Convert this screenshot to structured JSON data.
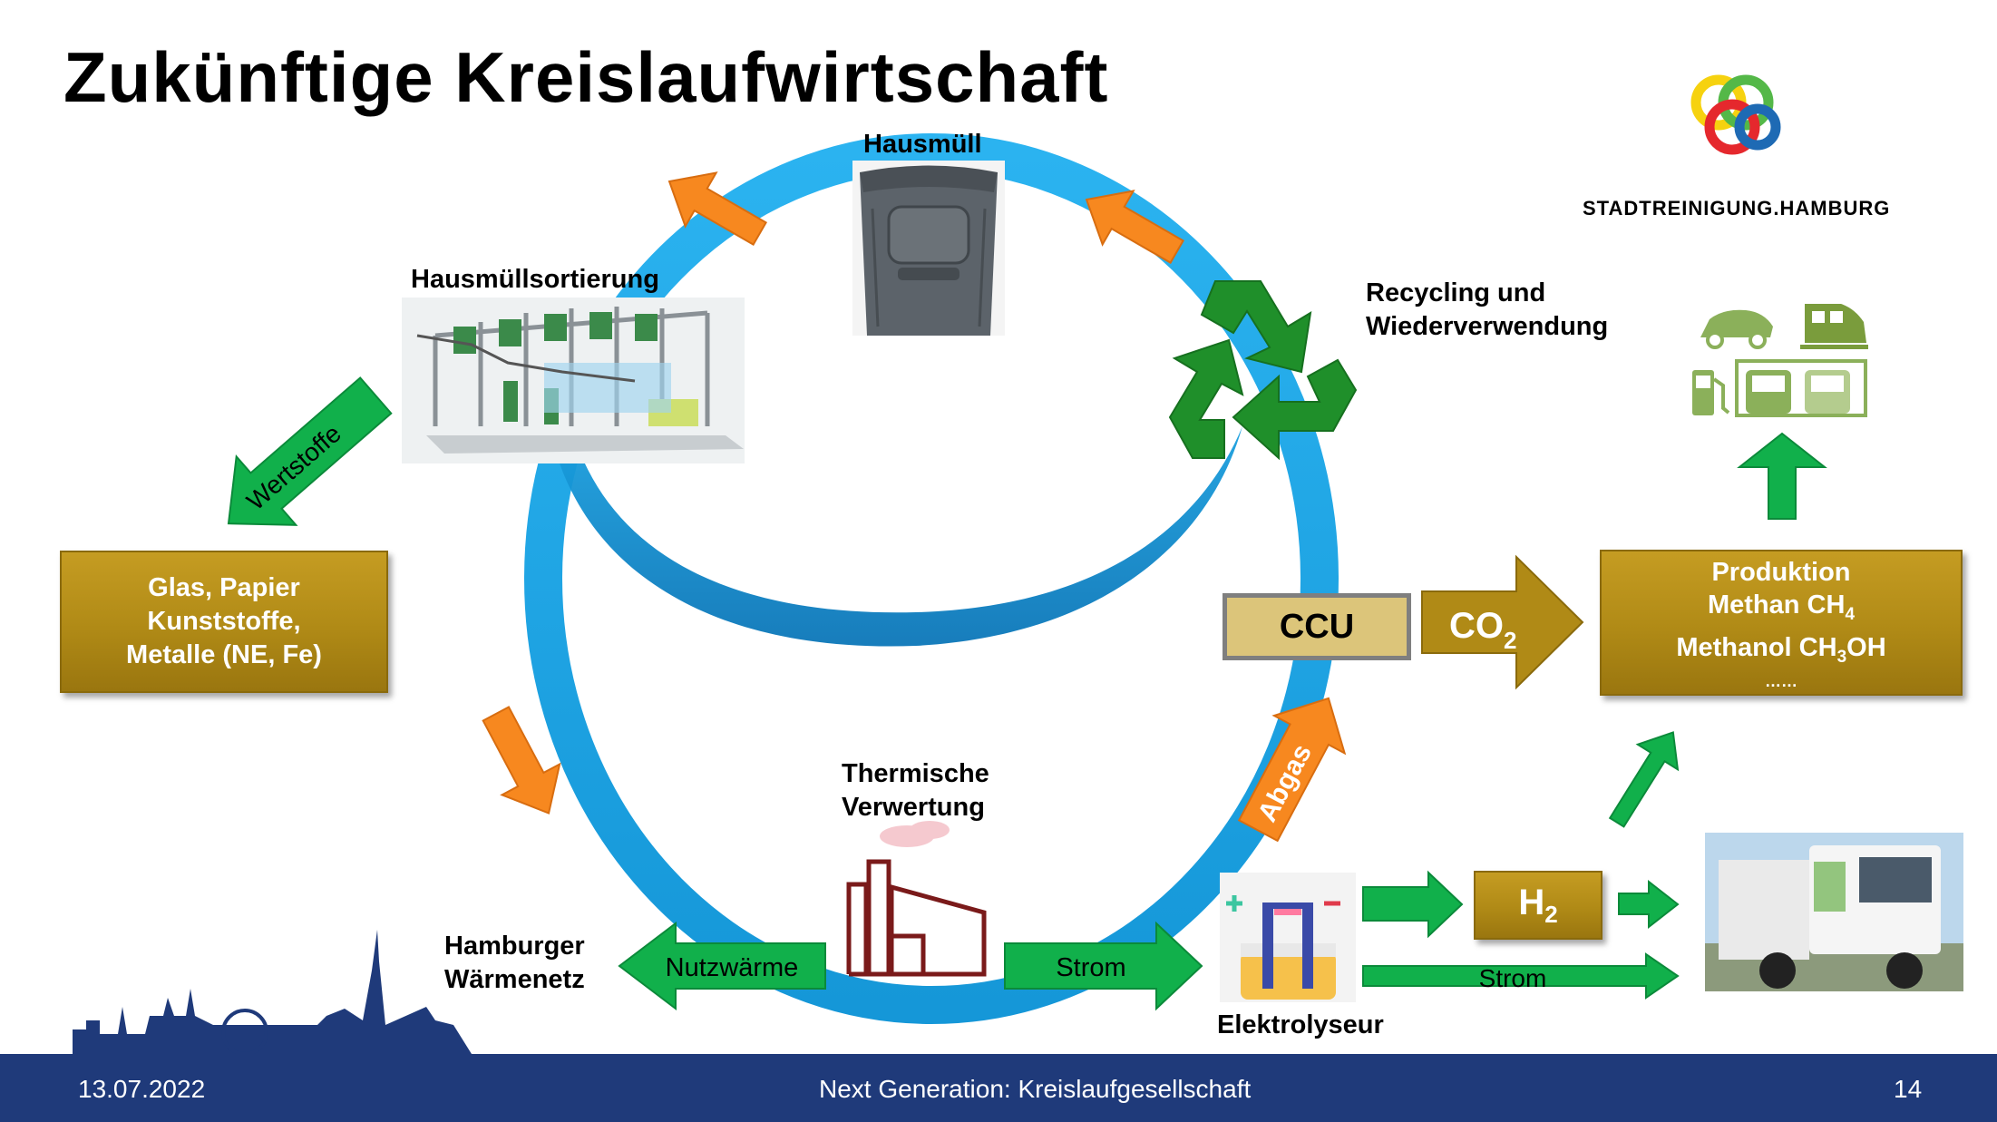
{
  "slide": {
    "title": "Zukünftige Kreislaufwirtschaft",
    "brand": "STADTREINIGUNG.HAMBURG"
  },
  "labels": {
    "hausmuell": "Hausmüll",
    "sortierung": "Hausmüllsortierung",
    "recycling_1": "Recycling und",
    "recycling_2": "Wiederverwendung",
    "wertstoffe": "Wertstoffe",
    "thermische_1": "Thermische",
    "thermische_2": "Verwertung",
    "hamburger_1": "Hamburger",
    "hamburger_2": "Wärmenetz",
    "nutzwaerme": "Nutzwärme",
    "strom_1": "Strom",
    "strom_2": "Strom",
    "abgas": "Abgas",
    "elektrolyseur": "Elektrolyseur",
    "ccu": "CCU",
    "co2_main": "CO",
    "co2_sub": "2",
    "h2_main": "H",
    "h2_sub": "2"
  },
  "boxes": {
    "materials": [
      "Glas, Papier",
      "Kunststoffe,",
      "Metalle (NE, Fe)"
    ],
    "production": {
      "title": "Produktion",
      "line1_main": "Methan CH",
      "line1_sub": "4",
      "line2_a": "Methanol CH",
      "line2_sub": "3",
      "line2_b": "OH",
      "line3": "……"
    }
  },
  "footer": {
    "date": "13.07.2022",
    "center": "Next Generation: Kreislaufgesellschaft",
    "page": "14"
  },
  "colors": {
    "cycle_blue": "#1ea7e8",
    "arrow_orange": "#f7881f",
    "arrow_green": "#11b04b",
    "recycle_green": "#1f8f2a",
    "gold_box": "#b08a16",
    "footer_navy": "#1f3a7a"
  },
  "icons": [
    "waste-bin-icon",
    "sorting-plant-icon",
    "recycle-icon",
    "factory-icon",
    "electrolyzer-icon",
    "car-icon",
    "train-icon",
    "fuel-pump-icon",
    "bus-icon",
    "truck-photo",
    "skyline-icon",
    "stadtreinigung-logo"
  ]
}
